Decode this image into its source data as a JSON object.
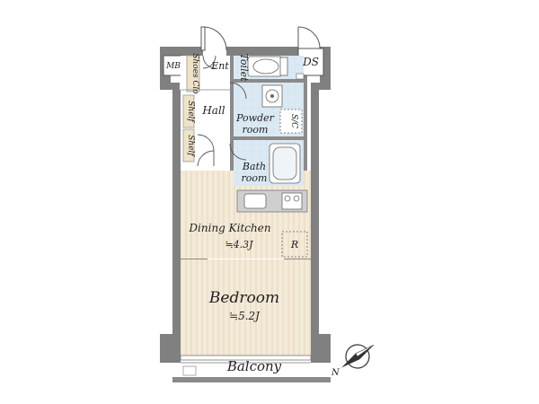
{
  "rooms": {
    "entrance": "Ent",
    "shoes_closet": "Shoes Clo",
    "meter_box": "MB",
    "toilet": "Toilet",
    "ds": "DS",
    "hall": "Hall",
    "shelf_1": "Shelf",
    "shelf_2": "Shelf",
    "powder_room": [
      "Powder",
      "room"
    ],
    "storage_code": "S/C",
    "bath_room": [
      "Bath",
      "room"
    ],
    "dining_kitchen": {
      "name": "Dining Kitchen",
      "area": "≒4.3J"
    },
    "refrigerator": "R",
    "bedroom": {
      "name": "Bedroom",
      "area": "≒5.2J"
    },
    "balcony": "Balcony"
  },
  "compass": {
    "north_label": "N"
  },
  "colors": {
    "wall": "#7f7f7f",
    "wall_outline": "#6a6a6a",
    "wet_area": "#d6e7f2",
    "wood_floor": "#f4ead9",
    "wood_stripe": "#e8d9bf",
    "shelf": "#efe3c8",
    "counter": "#c8c8c8"
  }
}
